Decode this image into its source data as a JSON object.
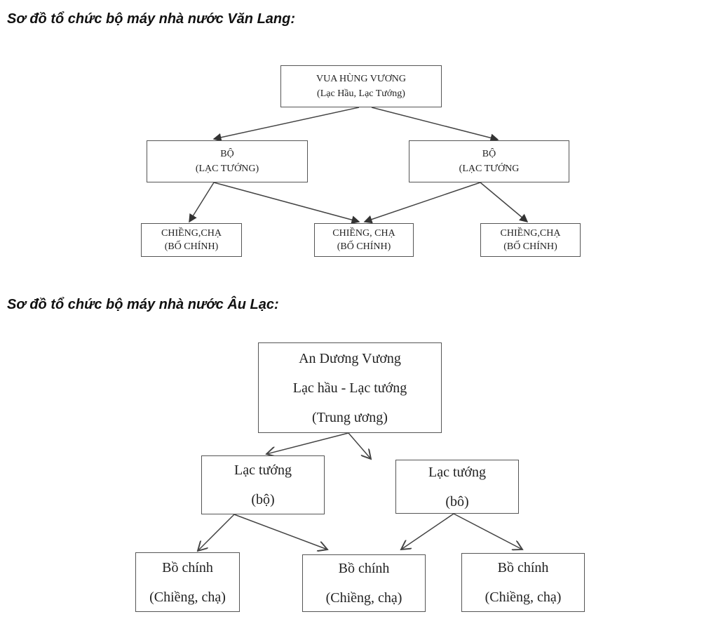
{
  "van_lang": {
    "title": "Sơ đồ tổ chức bộ máy nhà nước Văn Lang:",
    "king": {
      "line1": "VUA HÙNG VƯƠNG",
      "line2": "(Lạc Hầu, Lạc Tướng)"
    },
    "bo_left": {
      "line1": "BỘ",
      "line2": "(LẠC TƯỚNG)"
    },
    "bo_right": {
      "line1": "BỘ",
      "line2": "(LẠC TƯỚNG"
    },
    "chieng": [
      {
        "line1": "CHIỀNG,CHẠ",
        "line2": "(BỐ CHÍNH)"
      },
      {
        "line1": "CHIỀNG, CHẠ",
        "line2": "(BỐ CHÍNH)"
      },
      {
        "line1": "CHIỀNG,CHẠ",
        "line2": "(BỐ CHÍNH)"
      }
    ]
  },
  "au_lac": {
    "title": "Sơ đồ tổ chức bộ máy nhà nước Âu Lạc:",
    "king": {
      "line1": "An Dương Vương",
      "line2": "Lạc hầu - Lạc tướng",
      "line3": "(Trung ương)"
    },
    "lt_left": {
      "line1": "Lạc tướng",
      "line2": "(bộ)"
    },
    "lt_right": {
      "line1": "Lạc tướng",
      "line2": "(bô)"
    },
    "bo_chinh": [
      {
        "line1": "Bồ chính",
        "line2": "(Chiềng, chạ)"
      },
      {
        "line1": "Bồ chính",
        "line2": "(Chiềng, chạ)"
      },
      {
        "line1": "Bồ chính",
        "line2": "(Chiềng, chạ)"
      }
    ]
  }
}
